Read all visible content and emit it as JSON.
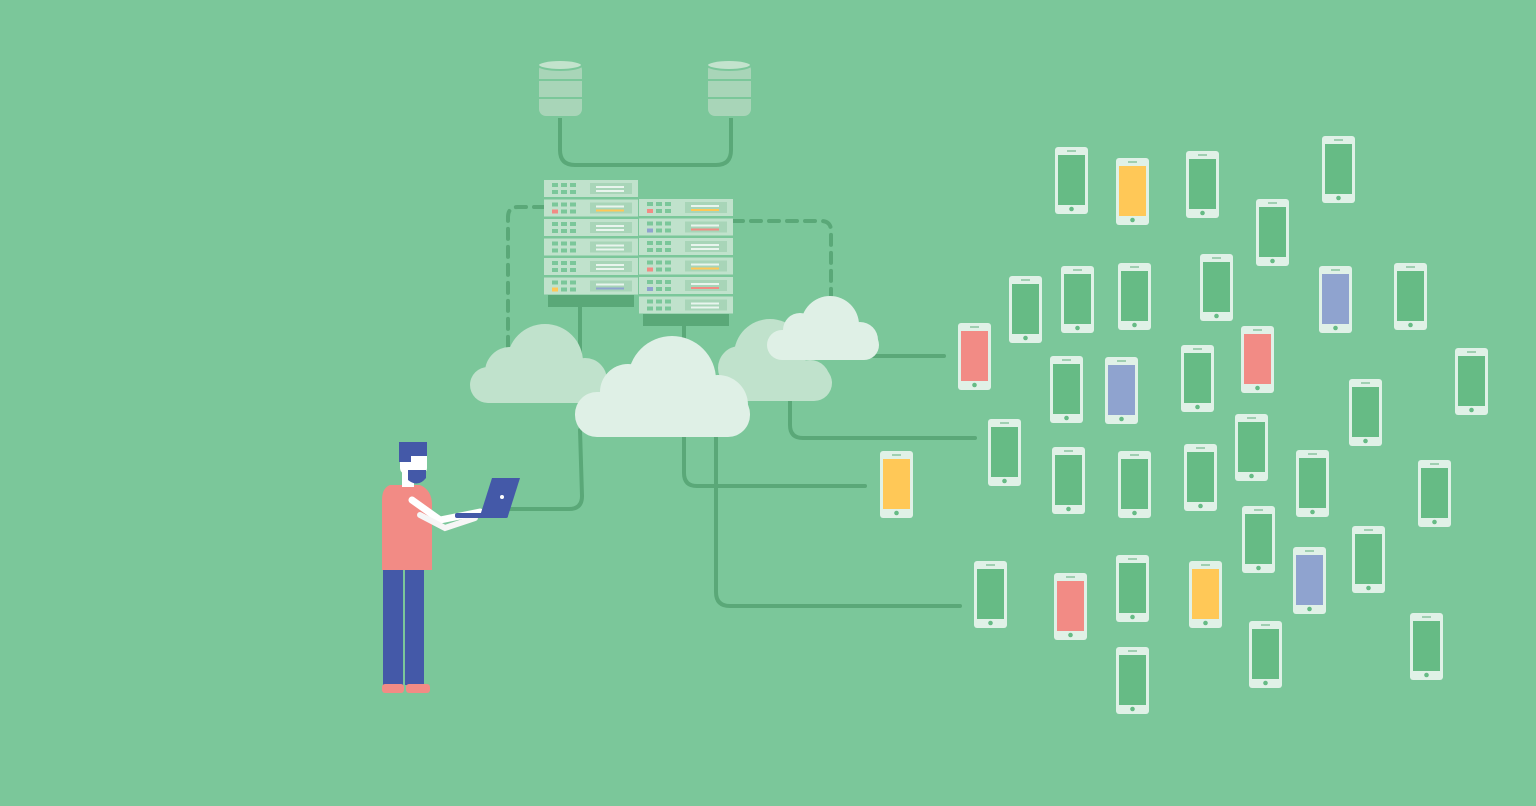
{
  "colors": {
    "background": "#7bc79a",
    "line": "#5aa878",
    "cloud_light": "#dff0e6",
    "cloud_mid": "#c0e2cc",
    "device_frame": "#e0f1e7",
    "screen_green": "#66bb85",
    "screen_pink": "#f28b85",
    "screen_yellow": "#ffc857",
    "screen_purple": "#8fa3cf",
    "person_shirt": "#f28b85",
    "person_pants": "#4459a8"
  },
  "illustration": {
    "databases": 2,
    "server_racks": 2,
    "clouds": 4,
    "phones": 36
  }
}
